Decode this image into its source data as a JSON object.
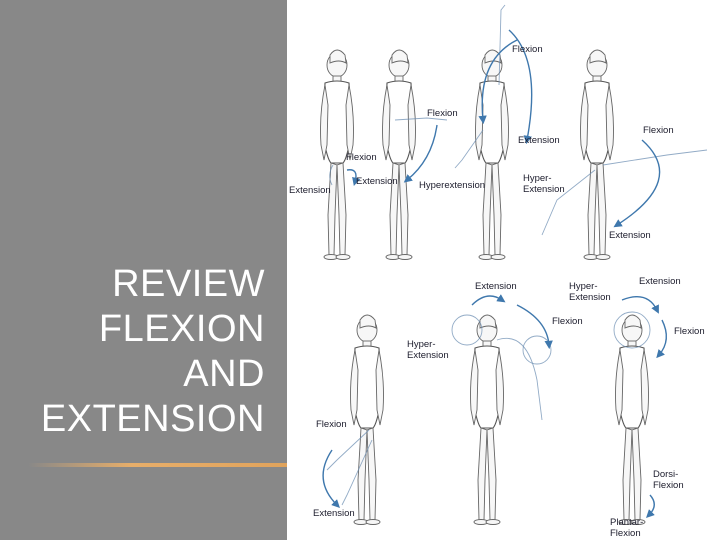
{
  "slide": {
    "title_lines": [
      "REVIEW",
      "FLEXION",
      "AND",
      "EXTENSION"
    ],
    "colors": {
      "sidebar": "#888888",
      "accent_rule": "#e0a35c",
      "arrow": "#3f78ad"
    }
  },
  "figure": {
    "labels": {
      "top_shoulder_flexion": "Flexion",
      "top_shoulder_extension": "Extension",
      "top_hip_flexion": "Flexion",
      "top_knee_flexion": "Flexion",
      "top_knee_extension": "Extension",
      "top_extension_left": "Extension",
      "top_hyperextension": "Hyperextension",
      "top_hyperextension_split_1": "Hyper-",
      "top_hyperextension_split_2": "Extension",
      "top_right_flexion": "Flexion",
      "top_right_extension": "Extension",
      "bottom_trunk_extension": "Extension",
      "bottom_trunk_hyper_1": "Hyper-",
      "bottom_trunk_hyper_2": "Extension",
      "bottom_trunk_flexion": "Flexion",
      "bottom_hyper_left_1": "Hyper-",
      "bottom_hyper_left_2": "Extension",
      "bottom_head_extension": "Extension",
      "bottom_head_flexion": "Flexion",
      "bottom_leg_flexion": "Flexion",
      "bottom_leg_extension": "Extension",
      "dorsi_1": "Dorsi-",
      "dorsi_2": "Flexion",
      "plantar_1": "Plantar-",
      "plantar_2": "Flexion"
    }
  }
}
